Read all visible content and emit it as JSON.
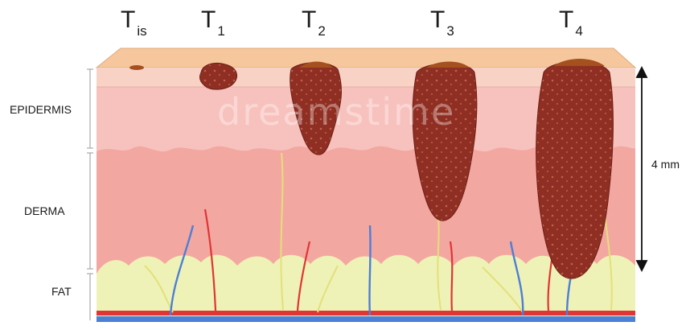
{
  "stages": [
    {
      "main": "T",
      "sub": "is"
    },
    {
      "main": "T",
      "sub": "1"
    },
    {
      "main": "T",
      "sub": "2"
    },
    {
      "main": "T",
      "sub": "3"
    },
    {
      "main": "T",
      "sub": "4"
    }
  ],
  "layers": {
    "epidermis": "EPIDERMIS",
    "derma": "DERMA",
    "fat": "FAT"
  },
  "depth_label": "4 mm",
  "watermark": "dreamstime",
  "colors": {
    "top_surface": "#f6c79d",
    "epidermis": "#f7c2bd",
    "derma": "#f3a7a1",
    "fat": "#eef2b6",
    "tumor": "#8f2e22",
    "tumor_cap": "#a4501f",
    "artery": "#e03535",
    "vein": "#4c7fd6",
    "nerve": "#e3e07a"
  }
}
